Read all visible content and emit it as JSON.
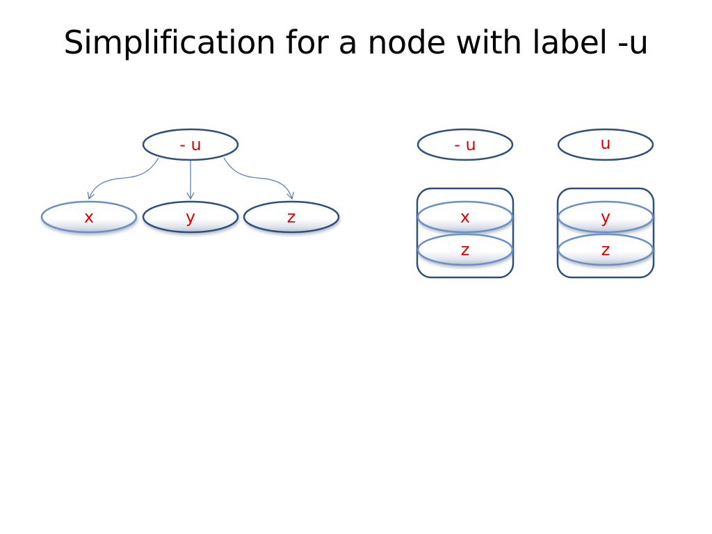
{
  "slide": {
    "title": "Simplification for a node with label -u"
  },
  "colors": {
    "node_stroke": "#2e4f7e",
    "leaf_stroke": "#6a8fc6",
    "label_text": "#e00000",
    "edge": "#4a7ab8",
    "group_stroke": "#2e4f7e"
  },
  "left_graph": {
    "root": {
      "label": "- u"
    },
    "children": [
      {
        "label": "x"
      },
      {
        "label": "y"
      },
      {
        "label": "z"
      }
    ]
  },
  "right_graph": {
    "group_a": {
      "head": {
        "label": "- u"
      },
      "members": [
        {
          "label": "x"
        },
        {
          "label": "z"
        }
      ]
    },
    "group_b": {
      "head": {
        "label": "u"
      },
      "members": [
        {
          "label": "y"
        },
        {
          "label": "z"
        }
      ]
    }
  }
}
